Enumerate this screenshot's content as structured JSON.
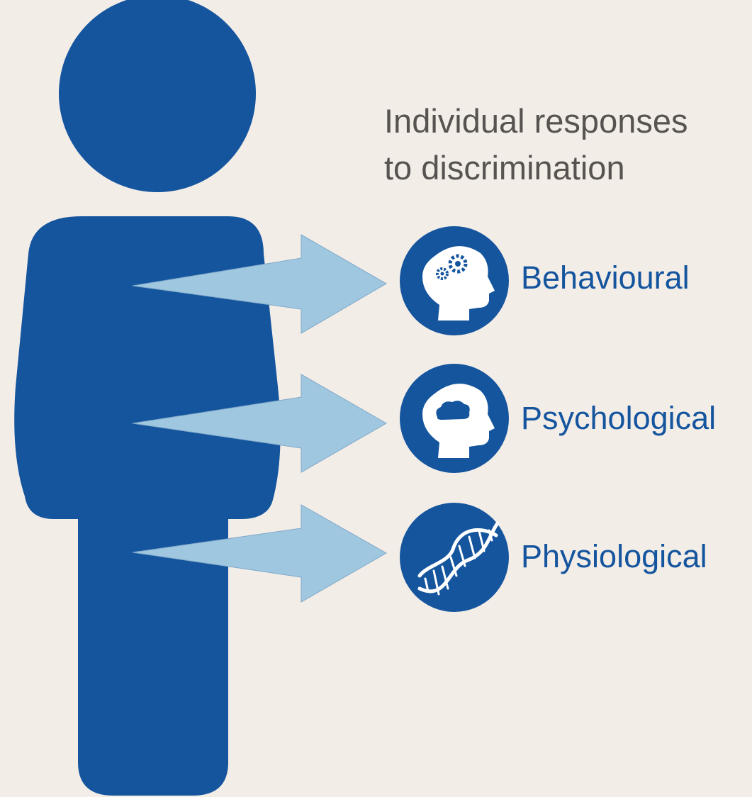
{
  "heading": {
    "line1": "Individual responses",
    "line2": "to discrimination"
  },
  "responses": [
    {
      "label": "Behavioural",
      "icon": "head-gears-icon"
    },
    {
      "label": "Psychological",
      "icon": "head-cloud-icon"
    },
    {
      "label": "Physiological",
      "icon": "dna-icon"
    }
  ],
  "colors": {
    "background": "#f3ede8",
    "figure": "#14559e",
    "arrow": "#9fc7e0",
    "label": "#14559e",
    "heading": "#575350"
  }
}
